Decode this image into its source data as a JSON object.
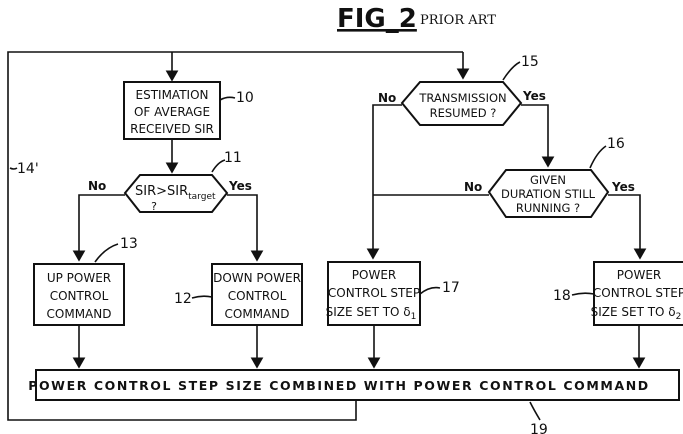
{
  "figure": {
    "title": "FIG_2",
    "subtitle": "PRIOR ART"
  },
  "nodes": {
    "estimation": {
      "lines": [
        "ESTIMATION",
        "OF AVERAGE",
        "RECEIVED SIR"
      ],
      "ref": "10"
    },
    "sir_compare": {
      "lines": [
        "SIR>SIR",
        "?"
      ],
      "subscript": "target",
      "ref": "11",
      "no": "No",
      "yes": "Yes"
    },
    "up_power": {
      "lines": [
        "UP POWER",
        "CONTROL",
        "COMMAND"
      ],
      "ref": "13"
    },
    "down_power": {
      "lines": [
        "DOWN POWER",
        "CONTROL",
        "COMMAND"
      ],
      "ref": "12"
    },
    "transmission": {
      "lines": [
        "TRANSMISSION",
        "RESUMED ?"
      ],
      "ref": "15",
      "no": "No",
      "yes": "Yes"
    },
    "duration": {
      "lines": [
        "GIVEN",
        "DURATION STILL",
        "RUNNING ?"
      ],
      "ref": "16",
      "no": "No",
      "yes": "Yes"
    },
    "step1": {
      "lines": [
        "POWER",
        "CONTROL STEP",
        "SIZE SET TO δ"
      ],
      "subscript": "1",
      "ref": "17"
    },
    "step2": {
      "lines": [
        "POWER",
        "CONTROL STEP",
        "SIZE SET TO δ"
      ],
      "subscript": "2",
      "ref": "18"
    },
    "combined": {
      "label": "POWER CONTROL STEP SIZE COMBINED WITH POWER CONTROL COMMAND",
      "ref": "19"
    },
    "loop": {
      "ref": "14'"
    }
  }
}
